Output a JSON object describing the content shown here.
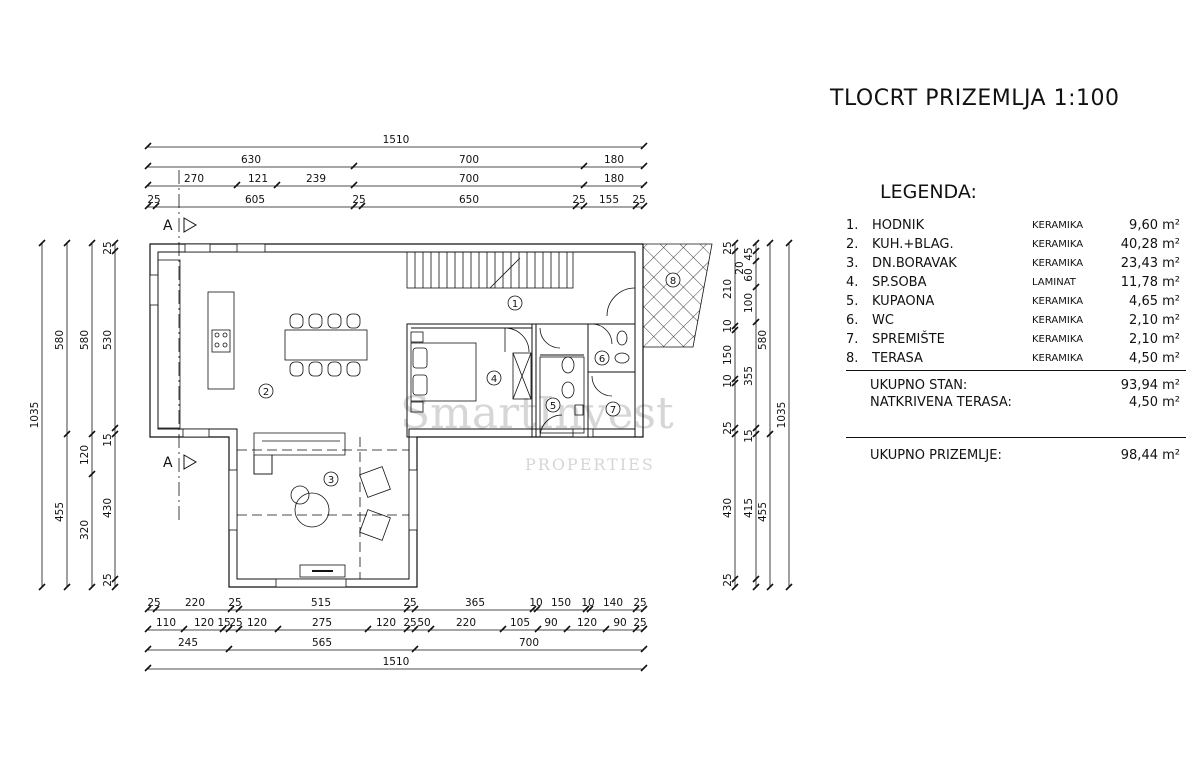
{
  "title": "TLOCRT PRIZEMLJA 1:100",
  "legend": {
    "heading": "LEGENDA:",
    "rooms": [
      {
        "num": "1.",
        "name": "HODNIK",
        "material": "KERAMIKA",
        "area": "9,60 m²"
      },
      {
        "num": "2.",
        "name": "KUH.+BLAG.",
        "material": "KERAMIKA",
        "area": "40,28 m²"
      },
      {
        "num": "3.",
        "name": "DN.BORAVAK",
        "material": "KERAMIKA",
        "area": "23,43 m²"
      },
      {
        "num": "4.",
        "name": "SP.SOBA",
        "material": "LAMINAT",
        "area": "11,78 m²"
      },
      {
        "num": "5.",
        "name": "KUPAONA",
        "material": "KERAMIKA",
        "area": "4,65 m²"
      },
      {
        "num": "6.",
        "name": "WC",
        "material": "KERAMIKA",
        "area": "2,10 m²"
      },
      {
        "num": "7.",
        "name": "SPREMIŠTE",
        "material": "KERAMIKA",
        "area": "2,10 m²"
      },
      {
        "num": "8.",
        "name": "TERASA",
        "material": "KERAMIKA",
        "area": "4,50 m²"
      }
    ],
    "totals": [
      {
        "label": "UKUPNO STAN:",
        "value": "93,94 m²"
      },
      {
        "label": "NATKRIVENA TERASA:",
        "value": "4,50 m²"
      }
    ],
    "grand_total": {
      "label": "UKUPNO PRIZEMLJE:",
      "value": "98,44 m²"
    }
  },
  "section_marks": {
    "top": "A",
    "bottom": "A"
  },
  "room_numbers": [
    "1",
    "2",
    "3",
    "4",
    "5",
    "6",
    "7",
    "8"
  ],
  "dimensions": {
    "top_total": "1510",
    "top_row1": [
      "630",
      "700",
      "180"
    ],
    "top_row2": [
      "270",
      "121",
      "239",
      "700",
      "180"
    ],
    "top_row3": [
      "25",
      "605",
      "25",
      "650",
      "25",
      "155",
      "25"
    ],
    "bottom_row1": [
      "25",
      "220",
      "25",
      "515",
      "25",
      "365",
      "10",
      "150",
      "10",
      "140",
      "25"
    ],
    "bottom_row2": [
      "110",
      "120",
      "15",
      "25",
      "120",
      "275",
      "120",
      "25",
      "50",
      "220",
      "105",
      "90",
      "120",
      "90",
      "25"
    ],
    "bottom_row3": [
      "245",
      "565",
      "700"
    ],
    "bottom_total": "1510",
    "left_outer": "1035",
    "left_mid": [
      "580",
      "455"
    ],
    "left_inner": [
      "580",
      "120",
      "320"
    ],
    "left_innermost": [
      "25",
      "530",
      "15",
      "430",
      "25"
    ],
    "right_inner": [
      "25",
      "45",
      "210",
      "60",
      "20",
      "100",
      "10",
      "150",
      "10",
      "355",
      "25",
      "15",
      "430",
      "415",
      "25"
    ],
    "right_mid": [
      "580",
      "455"
    ],
    "right_outer": "1035"
  },
  "watermark": {
    "line1": "SmartInvest",
    "line2": "PROPERTIES"
  },
  "colors": {
    "ink": "#111111",
    "watermark": "#d6d6d6"
  }
}
